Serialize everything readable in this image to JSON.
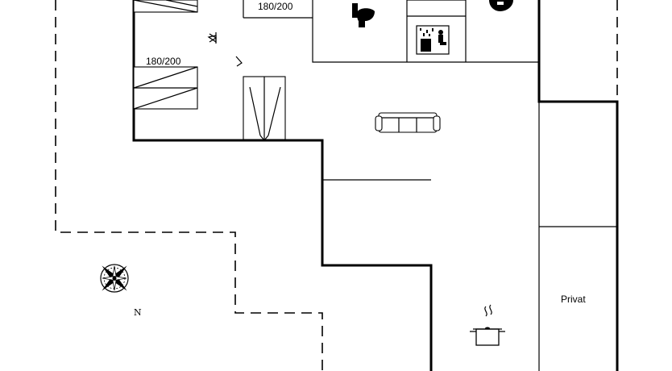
{
  "labels": {
    "bed_top": "180/200",
    "bed_middle": "180/200",
    "private_room": "Privat",
    "north": "N"
  },
  "icons": {
    "toilet": "toilet-icon",
    "sauna": "sauna-icon",
    "sofa": "sofa-icon",
    "cooking_pot": "cooking-pot-icon",
    "compass": "compass-rose-icon"
  }
}
